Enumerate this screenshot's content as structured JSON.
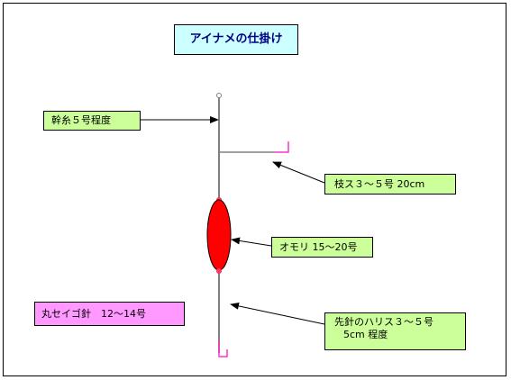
{
  "title": "アイナメの仕掛け",
  "labels": {
    "main_line": "幹糸５号程度",
    "branch_line": "枝ス３～５号 20cm",
    "sinker": "オモリ 15～20号",
    "hook": "丸セイゴ針　12～14号",
    "leader_line1": "先針のハリス３～５号",
    "leader_line2": "5cm 程度"
  },
  "colors": {
    "background": "#ffffff",
    "frame": "#000000",
    "title_fill": "#ccffff",
    "title_text": "#000080",
    "label_fill": "#ccff99",
    "hook_label_fill": "#ff99ff",
    "sinker": "#ff0000",
    "hooks": "#ff33cc",
    "line": "#808080"
  }
}
